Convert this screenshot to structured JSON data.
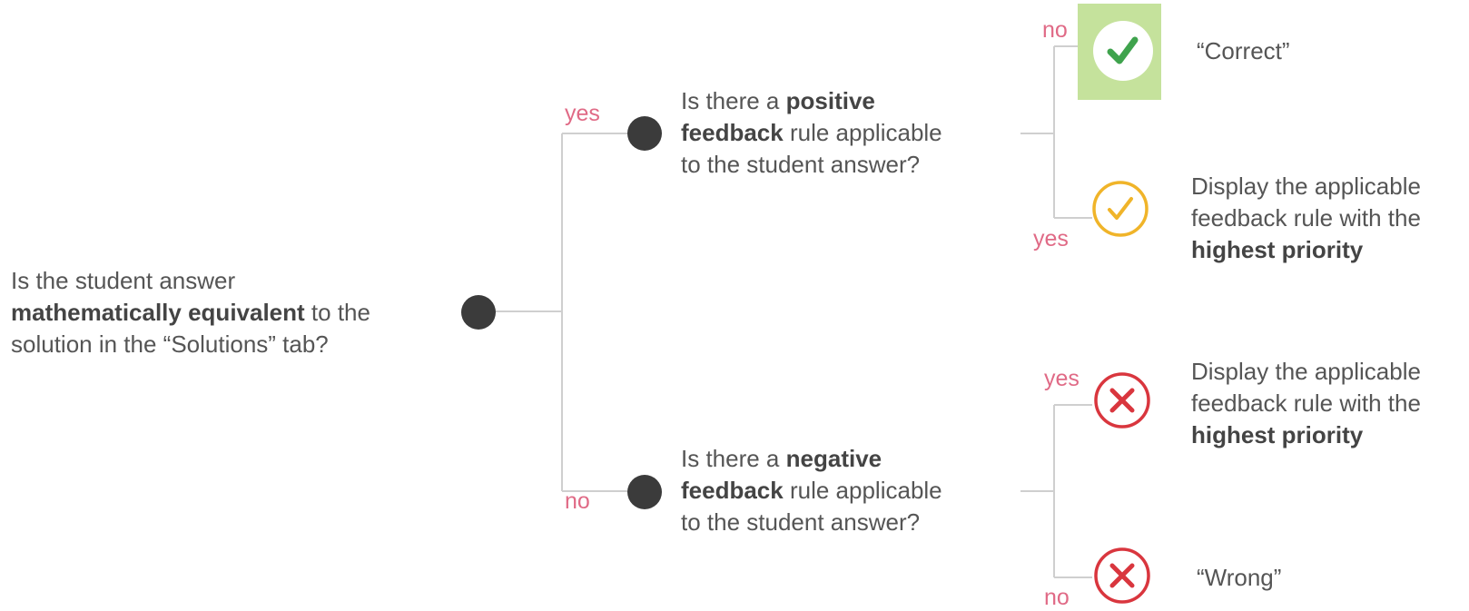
{
  "root_question": {
    "pre": "Is the student answer",
    "bold": "mathematically equivalent",
    "post": "to the",
    "line3": "solution in the “Solutions” tab?"
  },
  "positive_question": {
    "pre": "Is there a",
    "bold1": "positive",
    "bold2": "feedback",
    "post": "rule applicable",
    "line3": "to the student answer?"
  },
  "negative_question": {
    "pre": "Is there a",
    "bold1": "negative",
    "bold2": "feedback",
    "post": "rule applicable",
    "line3": "to the student answer?"
  },
  "branch_labels": {
    "root_yes": "yes",
    "root_no": "no",
    "pos_no": "no",
    "pos_yes": "yes",
    "neg_yes": "yes",
    "neg_no": "no"
  },
  "outcomes": {
    "correct": "“Correct”",
    "wrong": "“Wrong”",
    "positive_rule": {
      "line1": "Display the applicable",
      "line2": "feedback rule with the",
      "bold": "highest priority"
    },
    "negative_rule": {
      "line1": "Display the applicable",
      "line2": "feedback rule with the",
      "bold": "highest priority"
    }
  },
  "colors": {
    "line": "#cfcfcf",
    "node": "#3b3b3b",
    "label": "#e06a86",
    "check_green": "#3fa34d",
    "check_bg": "#c5e29c",
    "check_yellow": "#f0b429",
    "cross_red": "#d9363e"
  },
  "icons": {
    "correct": "check-icon-green",
    "partial": "check-circle-icon-yellow",
    "negative": "x-circle-icon-red",
    "wrong": "x-circle-icon-red"
  }
}
